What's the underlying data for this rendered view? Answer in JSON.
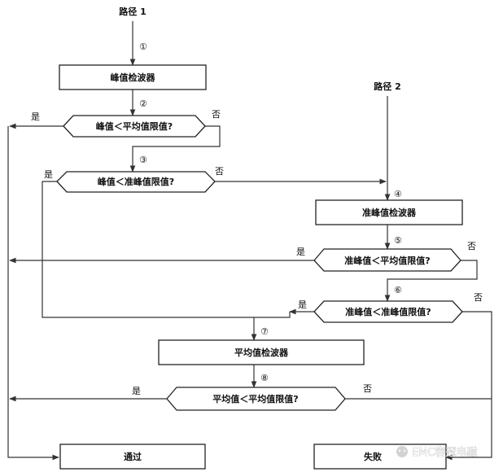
{
  "path1": "路径 1",
  "path2": "路径 2",
  "steps": [
    "①",
    "②",
    "③",
    "④",
    "⑤",
    "⑥",
    "⑦",
    "⑧"
  ],
  "boxes": {
    "peak_detector": "峰值检波器",
    "qp_detector": "准峰值检波器",
    "avg_detector": "平均值检波器",
    "pass": "通过",
    "fail": "失败"
  },
  "decisions": {
    "d1": "峰值＜平均值限值?",
    "d2": "峰值＜准峰值限值?",
    "d3": "准峰值＜平均值限值?",
    "d4": "准峰值＜准峰值限值?",
    "d5": "平均值＜平均值限值?"
  },
  "yes": "是",
  "no": "否",
  "watermark": "EMC容冠电磁",
  "colors": {
    "line": "#333333",
    "text": "#111111",
    "background": "#ffffff"
  }
}
